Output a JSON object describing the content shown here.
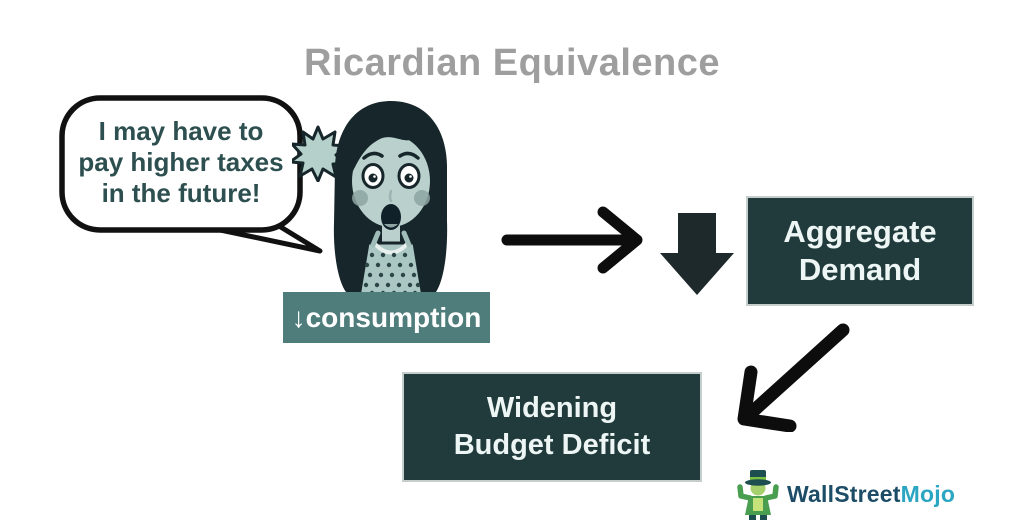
{
  "title": "Ricardian Equivalence",
  "speech": {
    "lines": [
      "I may have to",
      "pay higher taxes",
      "in the future!"
    ]
  },
  "consumption": {
    "label": "↓consumption"
  },
  "aggregate_demand": {
    "line1": "Aggregate",
    "line2": "Demand"
  },
  "budget_deficit": {
    "line1": "Widening",
    "line2": "Budget Deficit"
  },
  "logo": {
    "brand_primary": "WallStreet",
    "brand_accent": "Mojo"
  },
  "icons": {
    "right_arrow": "right-arrow",
    "down_block_arrow": "down-block-arrow",
    "diagonal_arrow": "diagonal-down-left-arrow",
    "surprise_burst": "surprise-burst",
    "speech_bubble": "speech-bubble",
    "woman": "shocked-woman-character",
    "mascot": "wallstreetmojo-bull-mascot"
  },
  "colors": {
    "title": "#9e9e9e",
    "dark_box_bg": "#213b3c",
    "teal_label_bg": "#4e7d7b",
    "speech_text": "#2e4f50",
    "arrow": "#0d0d0d",
    "logo_primary": "#1d4d66",
    "logo_accent": "#2ba6c2"
  }
}
